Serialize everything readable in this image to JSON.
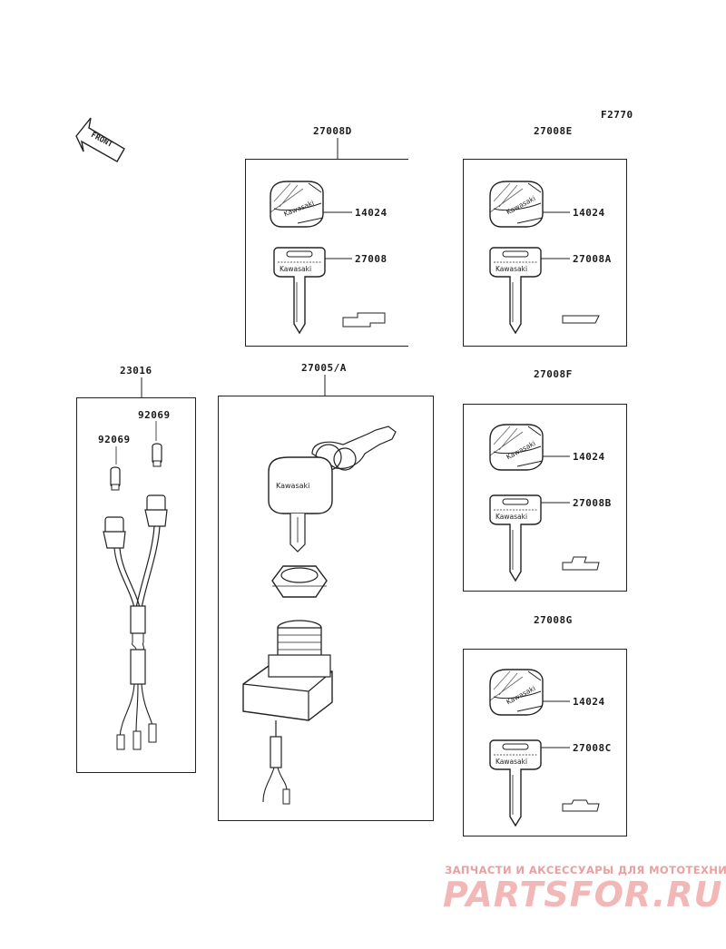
{
  "diagram": {
    "figure_code": "F2770",
    "front_arrow": "FRONT",
    "groups": {
      "set_d": "27008D",
      "set_e": "27008E",
      "set_f": "27008F",
      "set_g": "27008G",
      "harness": "23016",
      "switch": "27005/A"
    },
    "parts": {
      "d_cap": "14024",
      "d_key": "27008",
      "e_cap": "14024",
      "e_key": "27008A",
      "f_cap": "14024",
      "f_key": "27008B",
      "g_cap": "14024",
      "g_key": "27008C",
      "bulb_a": "92069",
      "bulb_b": "92069"
    },
    "brand_text": "Kawasaki"
  },
  "watermark": {
    "tagline": "ЗАПЧАСТИ И АКСЕССУАРЫ ДЛЯ МОТОТЕХНИКИ",
    "site": "PARTSFOR.RU"
  }
}
